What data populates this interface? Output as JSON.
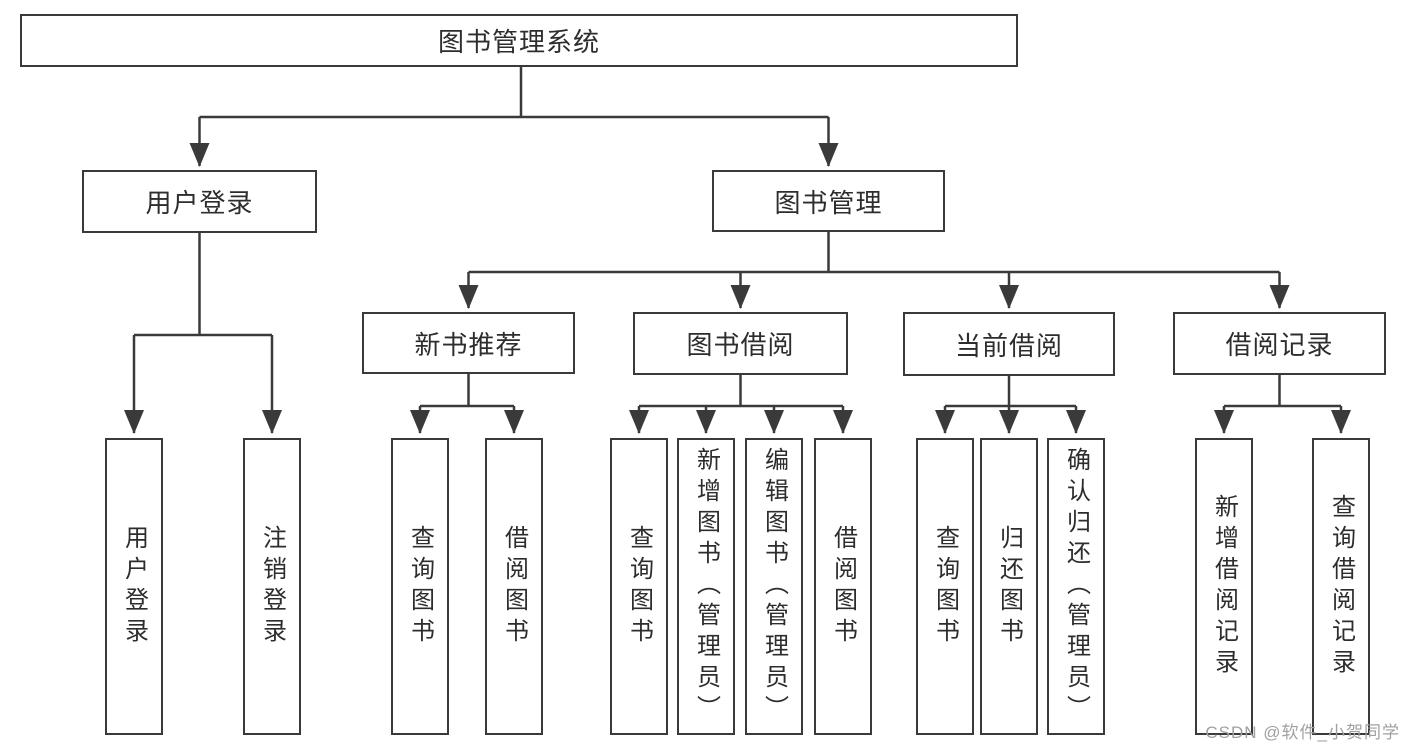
{
  "diagram": {
    "line_color": "#3a3a3a",
    "text_color": "#2d2d2d",
    "root": {
      "label": "图书管理系统"
    },
    "branches": [
      {
        "label": "用户登录",
        "children": [
          {
            "label": "用户登录"
          },
          {
            "label": "注销登录"
          }
        ]
      },
      {
        "label": "图书管理",
        "children": [
          {
            "label": "新书推荐",
            "children": [
              {
                "label": "查询图书"
              },
              {
                "label": "借阅图书"
              }
            ]
          },
          {
            "label": "图书借阅",
            "children": [
              {
                "label": "查询图书"
              },
              {
                "label": "新增图书（管理员）"
              },
              {
                "label": "编辑图书（管理员）"
              },
              {
                "label": "借阅图书"
              }
            ]
          },
          {
            "label": "当前借阅",
            "children": [
              {
                "label": "查询图书"
              },
              {
                "label": "归还图书"
              },
              {
                "label": "确认归还（管理员）"
              }
            ]
          },
          {
            "label": "借阅记录",
            "children": [
              {
                "label": "新增借阅记录"
              },
              {
                "label": "查询借阅记录"
              }
            ]
          }
        ]
      }
    ]
  },
  "watermark": {
    "text": "CSDN @软件_小贺同学",
    "color": "#a0a0a0"
  }
}
